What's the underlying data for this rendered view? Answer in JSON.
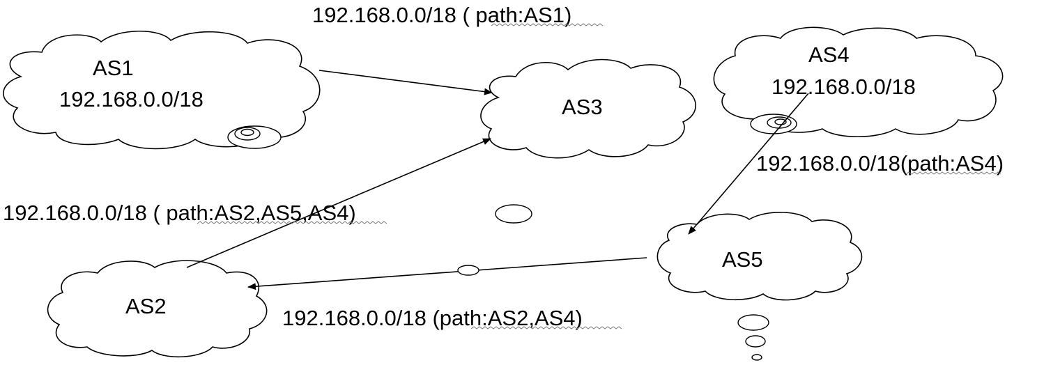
{
  "nodes": [
    {
      "id": "as1",
      "name": "AS1",
      "prefix": "192.168.0.0/18"
    },
    {
      "id": "as2",
      "name": "AS2",
      "prefix": ""
    },
    {
      "id": "as3",
      "name": "AS3",
      "prefix": ""
    },
    {
      "id": "as4",
      "name": "AS4",
      "prefix": "192.168.0.0/18"
    },
    {
      "id": "as5",
      "name": "AS5",
      "prefix": ""
    }
  ],
  "edges": [
    {
      "from": "as1",
      "to": "as3",
      "label": "192.168.0.0/18 ( path:AS1)"
    },
    {
      "from": "as2",
      "to": "as3",
      "label": "192.168.0.0/18 ( path:AS2,AS5,AS4)"
    },
    {
      "from": "as4",
      "to": "as5",
      "label": "192.168.0.0/18(path:AS4)"
    },
    {
      "from": "as5",
      "to": "as2",
      "label": "192.168.0.0/18 (path:AS2,AS4)"
    }
  ]
}
